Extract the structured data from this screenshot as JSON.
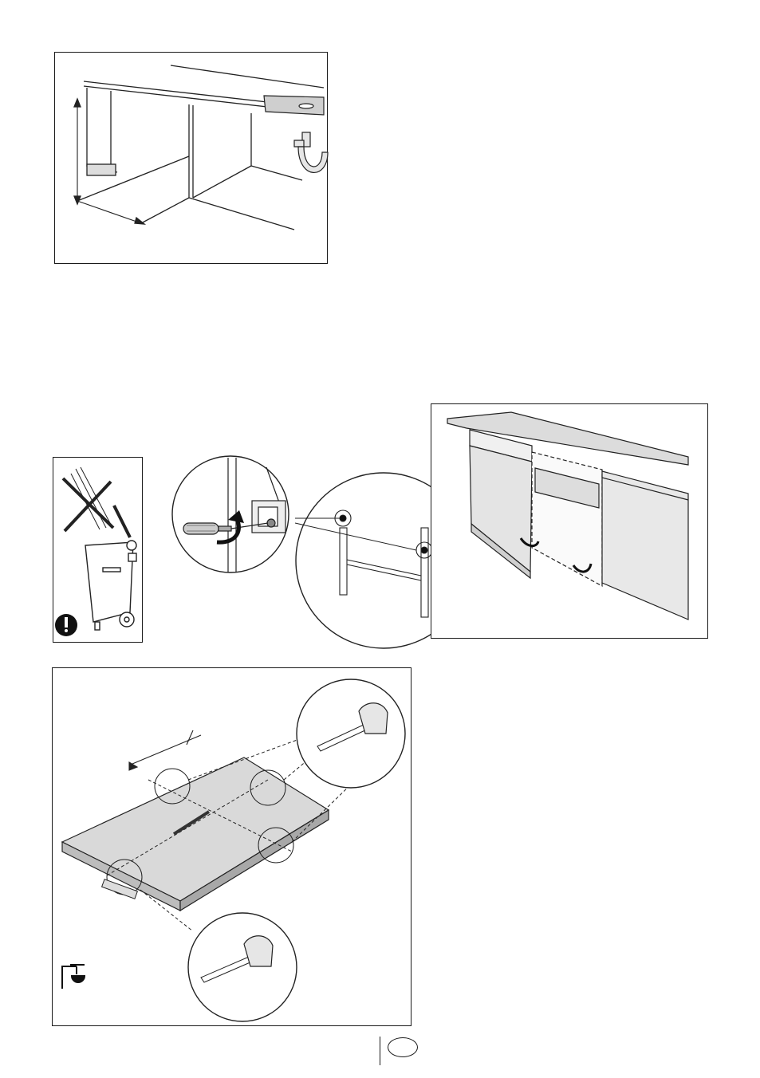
{
  "page": {
    "footer": {
      "language_badge": ""
    }
  },
  "figures": [
    {
      "name": "under-counter-cavity-figure",
      "icons": [
        "sink-icon",
        "drain-pipe-icon",
        "height-arrow-icon",
        "depth-arrow-icon"
      ]
    },
    {
      "name": "disposal-warning-figure",
      "icons": [
        "crossed-packaging-icon",
        "waste-bin-icon",
        "exclamation-icon"
      ]
    },
    {
      "name": "screwdriver-detail-figure",
      "icons": [
        "screwdriver-icon",
        "rotate-arrow-icon"
      ]
    },
    {
      "name": "mounting-bracket-detail-figure",
      "icons": [
        "bracket-icon"
      ]
    },
    {
      "name": "kitchen-installation-figure",
      "icons": [
        "counter-icon",
        "cabinet-icon",
        "rotate-arrow-icon"
      ]
    },
    {
      "name": "door-panel-measure-figure",
      "icons": [
        "panel-icon",
        "pencil-icon",
        "tape-measure-icon",
        "scale-icon"
      ]
    }
  ]
}
